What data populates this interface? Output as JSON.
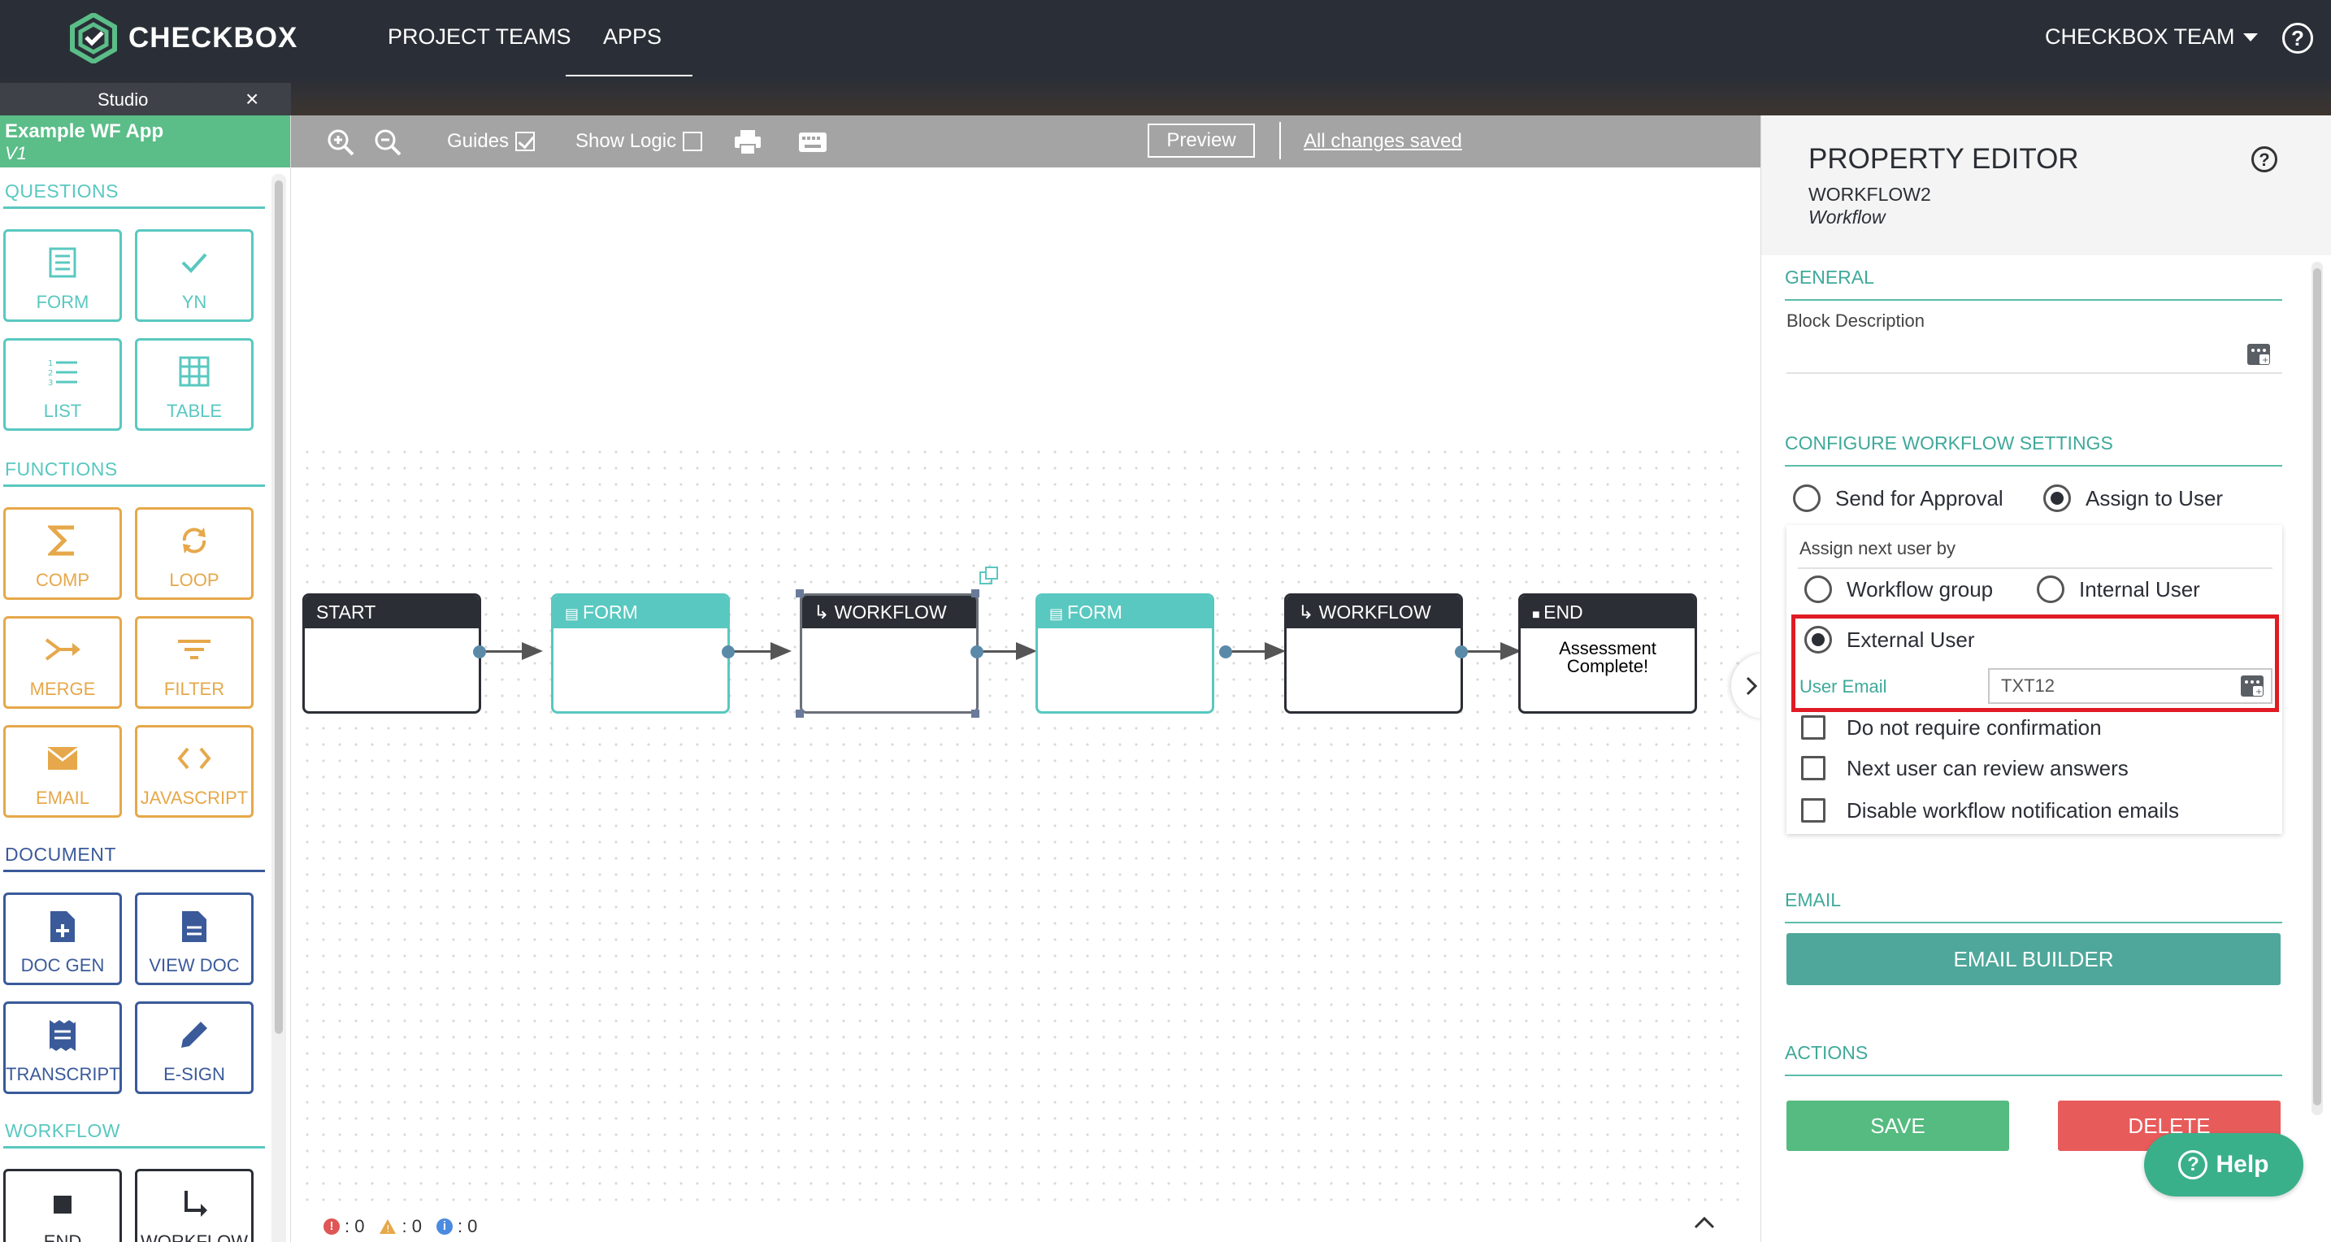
{
  "topnav": {
    "brand": "CHECKBOX",
    "links": [
      "PROJECT TEAMS",
      "APPS"
    ],
    "active_link": "APPS",
    "team_menu": "CHECKBOX TEAM",
    "help_glyph": "?"
  },
  "studio": {
    "tab_label": "Studio",
    "close_glyph": "×",
    "app_name": "Example WF App",
    "app_version": "V1"
  },
  "palette": {
    "questions_title": "QUESTIONS",
    "questions": [
      "FORM",
      "YN",
      "LIST",
      "TABLE"
    ],
    "functions_title": "FUNCTIONS",
    "functions": [
      "COMP",
      "LOOP",
      "MERGE",
      "FILTER",
      "EMAIL",
      "JAVASCRIPT"
    ],
    "document_title": "DOCUMENT",
    "document": [
      "DOC GEN",
      "VIEW DOC",
      "TRANSCRIPT",
      "E-SIGN"
    ],
    "workflow_title": "WORKFLOW",
    "workflow": [
      "END",
      "WORKFLOW"
    ]
  },
  "toolbar": {
    "guides_label": "Guides",
    "guides_checked": true,
    "show_logic_label": "Show Logic",
    "show_logic_checked": false,
    "preview_label": "Preview",
    "saved_status": "All changes saved"
  },
  "flow": {
    "nodes": [
      {
        "type": "start",
        "label": "START",
        "body": ""
      },
      {
        "type": "form",
        "label": "FORM",
        "body": ""
      },
      {
        "type": "workflow",
        "label": "WORKFLOW",
        "body": "",
        "selected": true
      },
      {
        "type": "form",
        "label": "FORM",
        "body": ""
      },
      {
        "type": "workflow",
        "label": "WORKFLOW",
        "body": ""
      },
      {
        "type": "end",
        "label": "END",
        "body": "Assessment Complete!"
      }
    ]
  },
  "status": {
    "errors": ": 0",
    "warnings": ": 0",
    "info": ": 0"
  },
  "property_editor": {
    "title": "PROPERTY EDITOR",
    "block_name": "WORKFLOW2",
    "block_type": "Workflow",
    "general_title": "GENERAL",
    "block_description_label": "Block Description",
    "block_description_value": "",
    "config_title": "CONFIGURE WORKFLOW SETTINGS",
    "mode_options": [
      "Send for Approval",
      "Assign to User"
    ],
    "mode_selected": "Assign to User",
    "assign_by_label": "Assign next user by",
    "assign_options": [
      "Workflow group",
      "Internal User",
      "External User"
    ],
    "assign_selected": "External User",
    "user_email_label": "User Email",
    "user_email_value": "TXT12",
    "checkboxes": [
      {
        "label": "Do not require confirmation",
        "checked": false
      },
      {
        "label": "Next user can review answers",
        "checked": false
      },
      {
        "label": "Disable workflow notification emails",
        "checked": false
      }
    ],
    "email_title": "EMAIL",
    "email_builder_label": "EMAIL BUILDER",
    "actions_title": "ACTIONS",
    "save_label": "SAVE",
    "delete_label": "DELETE"
  },
  "help_widget": {
    "label": "Help"
  },
  "colors": {
    "nav_bg": "#2a2f37",
    "brand_green": "#5bbd88",
    "teal": "#59c8c0",
    "orange": "#e6a84a",
    "blue": "#3a5a9a",
    "highlight_red": "#e01b24",
    "delete_red": "#e85b5b"
  }
}
